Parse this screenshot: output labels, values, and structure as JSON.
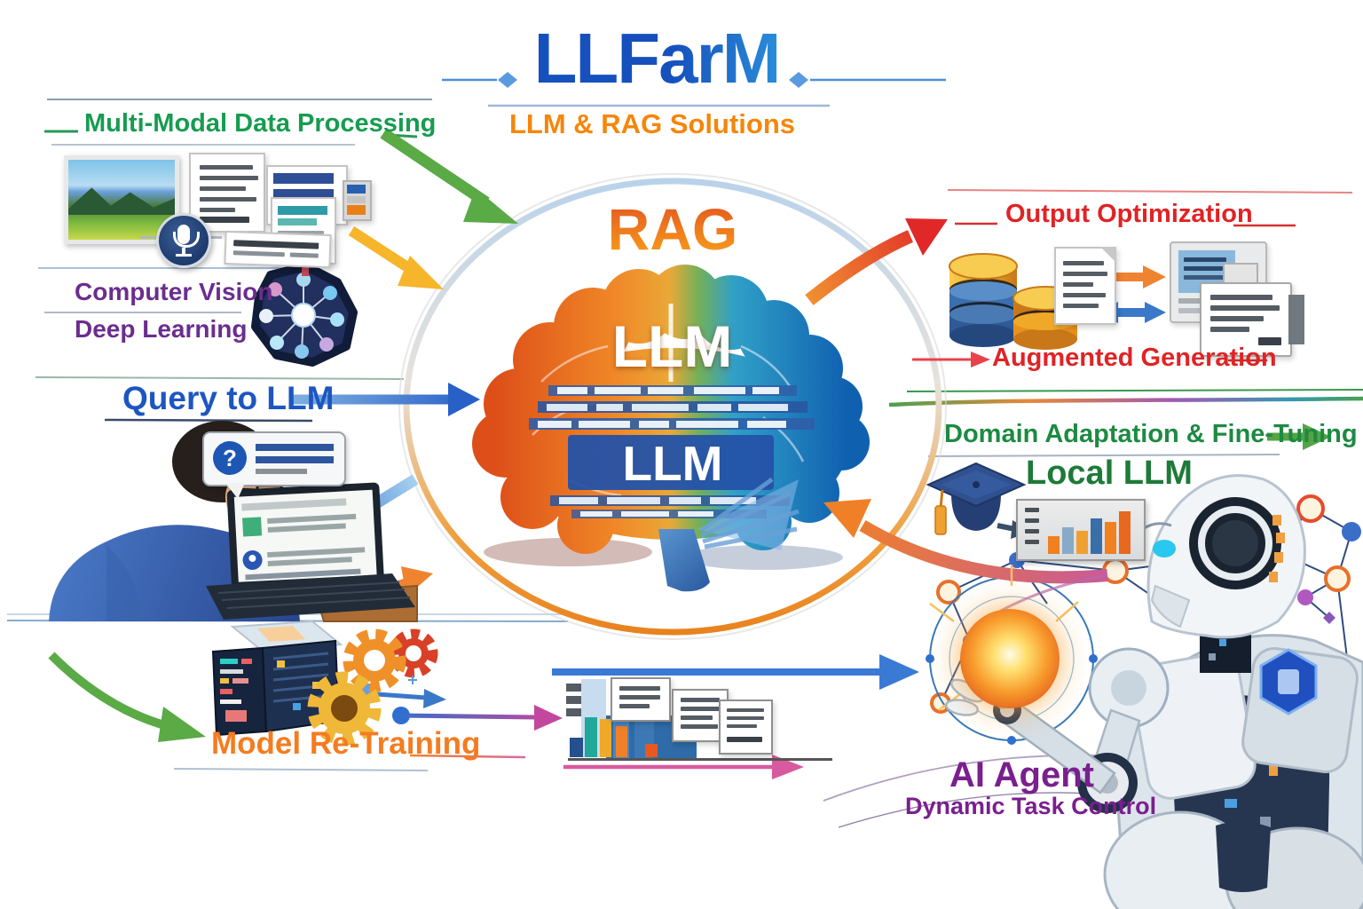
{
  "header": {
    "title": "LLFarM",
    "subtitle": "LLM & RAG Solutions"
  },
  "labels": {
    "multi_modal": "Multi-Modal Data Processing",
    "computer_vision": "Computer Vision",
    "deep_learning": "Deep Learning",
    "query_to_llm": "Query to LLM",
    "rag": "RAG",
    "llm": "LLM",
    "output_optimization": "Output Optimization",
    "augmented_generation": "Augmented Generation",
    "domain_adaptation": "Domain Adaptation & Fine-Tuning",
    "local_llm": "Local LLM",
    "model_retraining": "Model Re-Training",
    "ai_agent": "AI Agent",
    "dynamic_task_control": "Dynamic Task Control",
    "question_mark": "?"
  },
  "colors": {
    "title_blue": "#1550bd",
    "subtitle_orange": "#f5860a",
    "section_green": "#169c50",
    "section_purple": "#6b2d8e",
    "section_blue": "#1d56c0",
    "section_red": "#e02325",
    "section_orange": "#f47c20",
    "agent_purple": "#7a1f8e",
    "domain_green": "#1d8a42",
    "magenta_arrow": "#c2479f",
    "rag_gradient_start": "#e2531f",
    "rag_gradient_end": "#f9a21b"
  },
  "icons": [
    "photo-thumbnail-icon",
    "document-icon",
    "spreadsheet-panel-icon",
    "microphone-icon",
    "neural-network-icon",
    "question-mark-icon",
    "laptop-icon",
    "person-illustration",
    "brain-illustration",
    "database-icon",
    "browser-window-icon",
    "arrow-icon",
    "graduation-cap-icon",
    "bar-chart-icon",
    "server-icon",
    "gear-icon",
    "robot-illustration",
    "glowing-orb-icon",
    "network-graph"
  ]
}
